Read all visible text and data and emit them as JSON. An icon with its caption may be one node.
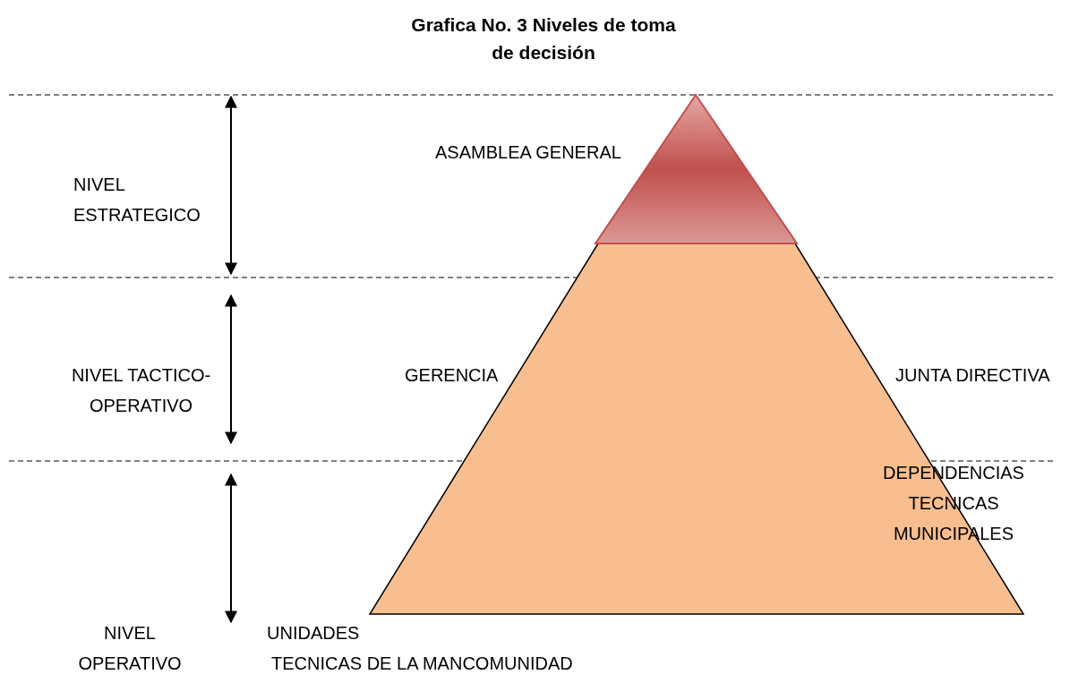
{
  "diagram": {
    "title": "Grafica No. 3 Niveles de toma de decisión",
    "labels": [
      "NIVEL ESTRATEGICO",
      "ASAMBLEA GENERAL",
      "NIVEL TACTICO-OPERATIVO",
      "GERENCIA",
      "JUNTA DIRECTIVA",
      "DEPENDENCIAS TECNICAS MUNICIPALES",
      "NIVEL OPERATIVO",
      "UNIDADES",
      "TECNICAS DE LA MANCOMUNIDAD"
    ]
  }
}
